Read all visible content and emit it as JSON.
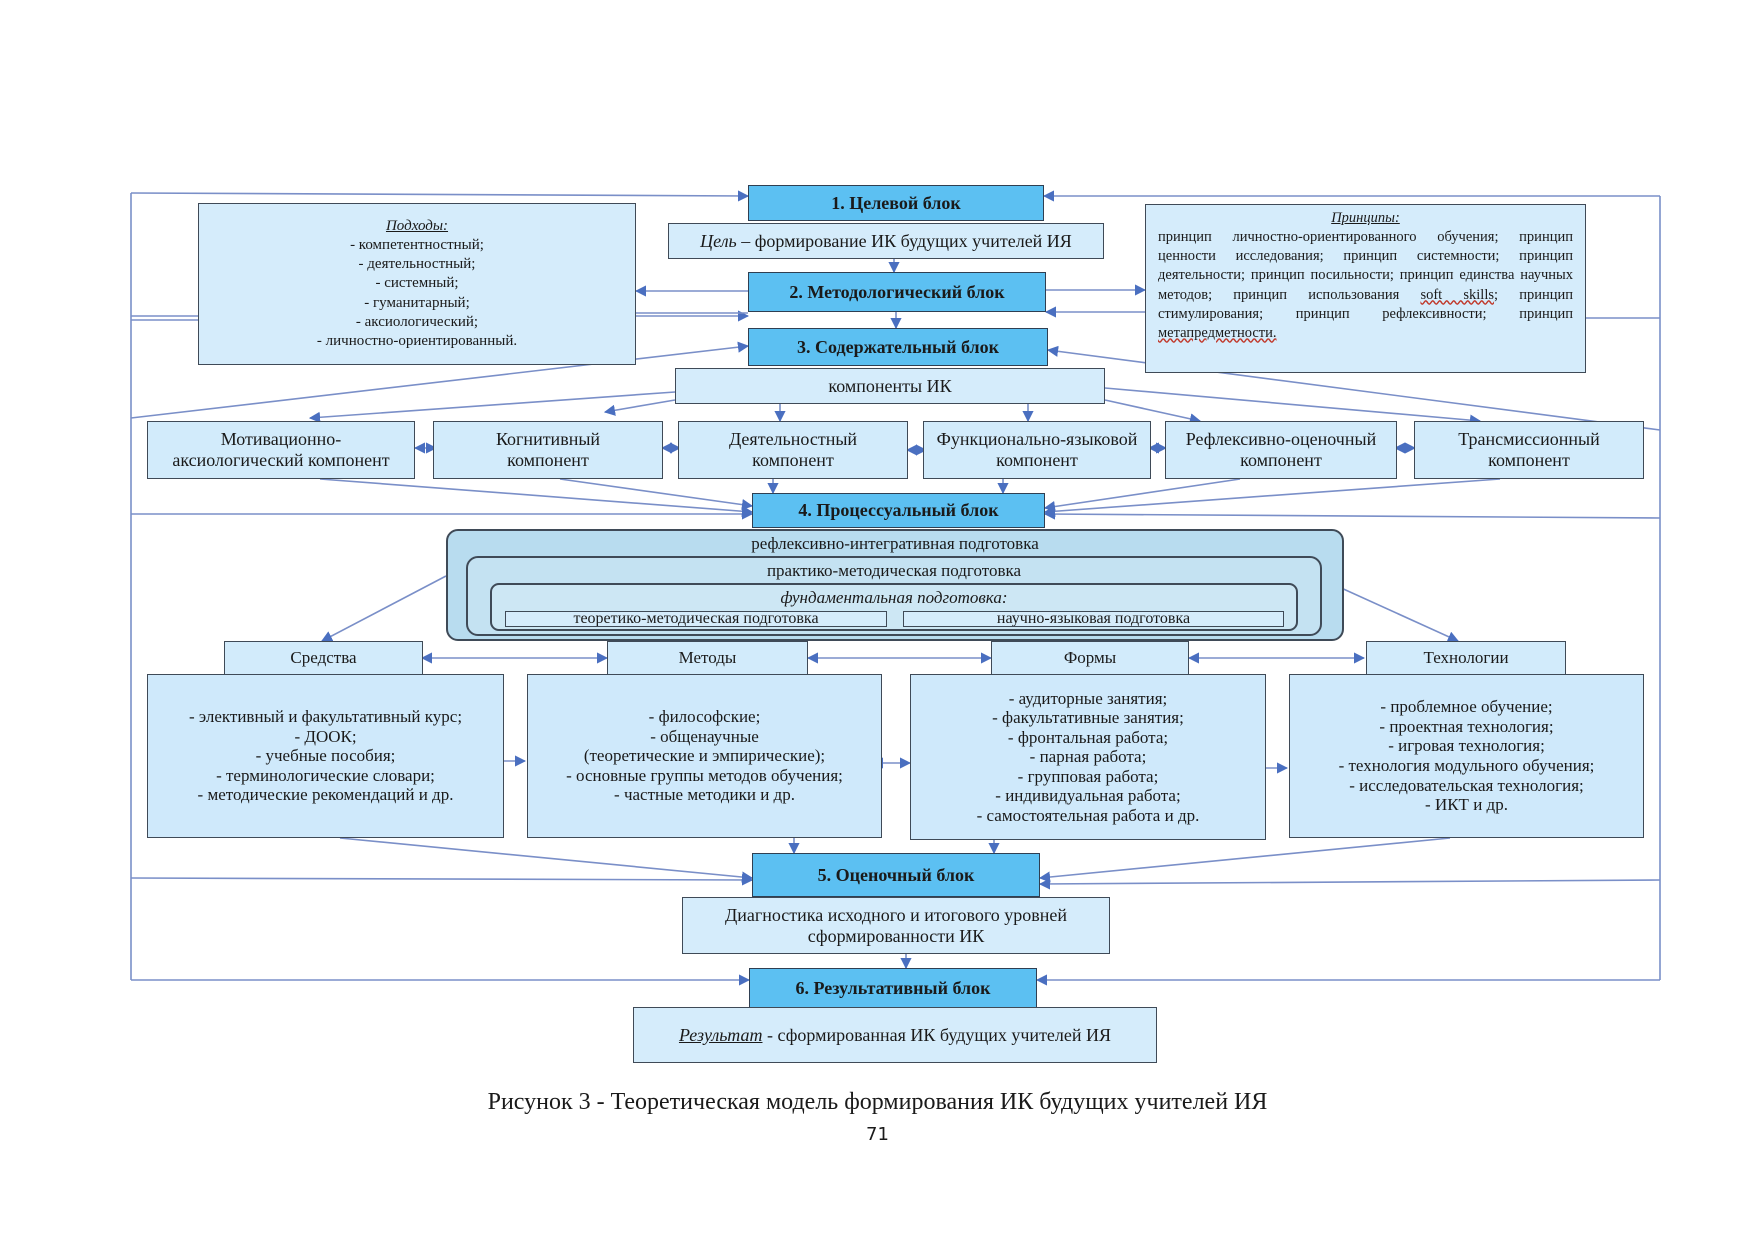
{
  "blocks": {
    "b1": "1. Целевой блок",
    "b2": "2. Методологический блок",
    "b3": "3. Содержательный блок",
    "b4": "4. Процессуальный блок",
    "b5": "5. Оценочный блок",
    "b6": "6. Результативный блок"
  },
  "goal": {
    "label": "Цель",
    "text": " – формирование ИК будущих учителей ИЯ"
  },
  "approaches": {
    "title": "Подходы:",
    "items": [
      "- компетентностный;",
      "- деятельностный;",
      "- системный;",
      "- гуманитарный;",
      "- аксиологический;",
      "- личностно-ориентированный."
    ]
  },
  "principles": {
    "title": "Принципы:",
    "text_a": "принцип личностно-ориентированного обучения; принцип ценности исследования; принцип системности; принцип деятельности; принцип посильности; принцип единства научных методов; принцип использования ",
    "soft_skills": "soft skills",
    "text_b": "; принцип стимулирования; принцип рефлексивности; принцип ",
    "last": "метапредметности."
  },
  "components_header": "компоненты ИК",
  "components": [
    "Мотивационно-аксиологический компонент",
    "Когнитивный компонент",
    "Деятельностный компонент",
    "Функционально-языковой компонент",
    "Рефлексивно-оценочный компонент",
    "Трансмиссионный компонент"
  ],
  "training": {
    "outer": "рефлексивно-интегративная подготовка",
    "middle": "практико-методическая подготовка",
    "inner": "фундаментальная подготовка:",
    "left": "теоретико-методическая подготовка",
    "right": "научно-языковая подготовка"
  },
  "process_columns": [
    {
      "header": "Средства",
      "items": [
        "- элективный и факультативный курс;",
        "- ДООК;",
        "- учебные пособия;",
        "- терминологические словари;",
        "- методические рекомендаций и др."
      ]
    },
    {
      "header": "Методы",
      "items": [
        "- философские;",
        "- общенаучные",
        "(теоретические и эмпирические);",
        "- основные группы методов обучения;",
        "- частные методики и др."
      ]
    },
    {
      "header": "Формы",
      "items": [
        "- аудиторные занятия;",
        "- факультативные занятия;",
        "- фронтальная работа;",
        "- парная работа;",
        "- групповая работа;",
        "- индивидуальная работа;",
        "- самостоятельная работа и др."
      ]
    },
    {
      "header": "Технологии",
      "items": [
        "- проблемное обучение;",
        "- проектная технология;",
        "- игровая технология;",
        "- технология модульного обучения;",
        "- исследовательская технология;",
        "- ИКТ и др."
      ]
    }
  ],
  "diagnostics": [
    "Диагностика исходного и итогового уровней",
    "сформированности ИК"
  ],
  "result": {
    "label": "Результат",
    "text": " - сформированная ИК будущих учителей ИЯ"
  },
  "caption": "Рисунок 3 - Теоретическая модель формирования ИК будущих учителей ИЯ",
  "page_number": "71",
  "colors": {
    "block": "#5cc0f2",
    "light_box": "#d5ecfb",
    "line": "#6f86c4",
    "arrow": "#4a6fc0"
  }
}
